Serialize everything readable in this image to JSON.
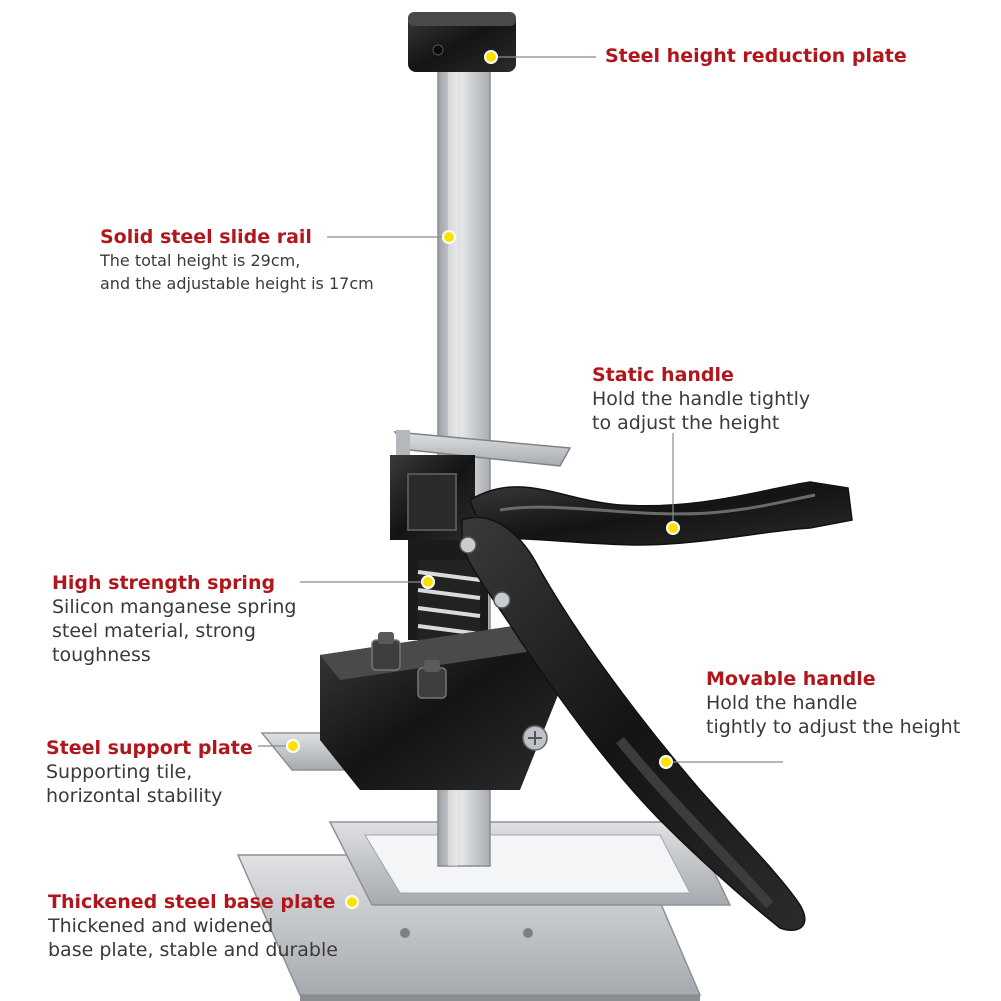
{
  "colors": {
    "title_red": "#b0161b",
    "description_gray": "#3a3a3a",
    "marker_yellow": "#ffe100",
    "leader_line": "#8a8a8a",
    "handle_black": "#1a1a1a",
    "steel_silver": "#c8cacd"
  },
  "icons": {
    "marker": "yellow-dot-marker"
  },
  "callouts": {
    "reduction_plate": {
      "title": "Steel height reduction plate"
    },
    "slide_rail": {
      "title": "Solid steel slide rail",
      "lines": [
        "The total height is 29cm,",
        "and the adjustable height is 17cm"
      ]
    },
    "static_handle": {
      "title": "Static handle",
      "lines": [
        "Hold the handle tightly",
        "to adjust the height"
      ]
    },
    "spring": {
      "title": "High strength spring",
      "lines": [
        "Silicon manganese spring",
        "steel material, strong",
        "toughness"
      ]
    },
    "movable_handle": {
      "title": "Movable handle",
      "lines": [
        "Hold the handle",
        "tightly to adjust the height"
      ]
    },
    "support_plate": {
      "title": "Steel support plate",
      "lines": [
        "Supporting tile,",
        "horizontal stability"
      ]
    },
    "base_plate": {
      "title": "Thickened steel base plate",
      "lines": [
        "Thickened and widened",
        "base plate, stable and durable"
      ]
    }
  }
}
